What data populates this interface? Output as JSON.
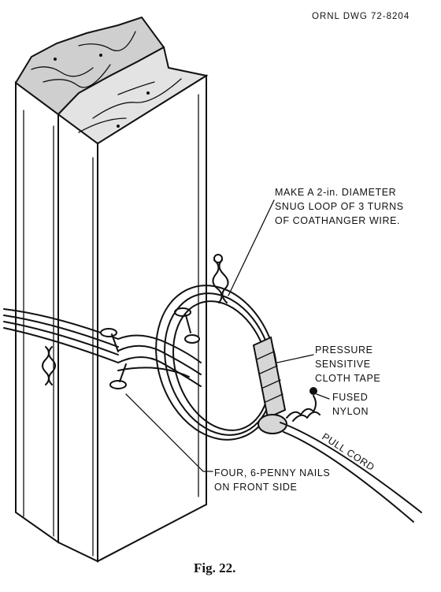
{
  "drawing_number": "ORNL DWG 72-8204",
  "caption": "Fig. 22.",
  "labels": {
    "loop_note": [
      "MAKE A 2-in. DIAMETER",
      "SNUG LOOP OF 3 TURNS",
      "OF COATHANGER WIRE."
    ],
    "tape_note": [
      "PRESSURE",
      "SENSITIVE",
      "CLOTH TAPE"
    ],
    "nylon_note": [
      "FUSED",
      "NYLON"
    ],
    "cord_note": "PULL CORD",
    "nails_note": [
      "FOUR, 6-PENNY NAILS",
      "ON FRONT SIDE"
    ]
  }
}
